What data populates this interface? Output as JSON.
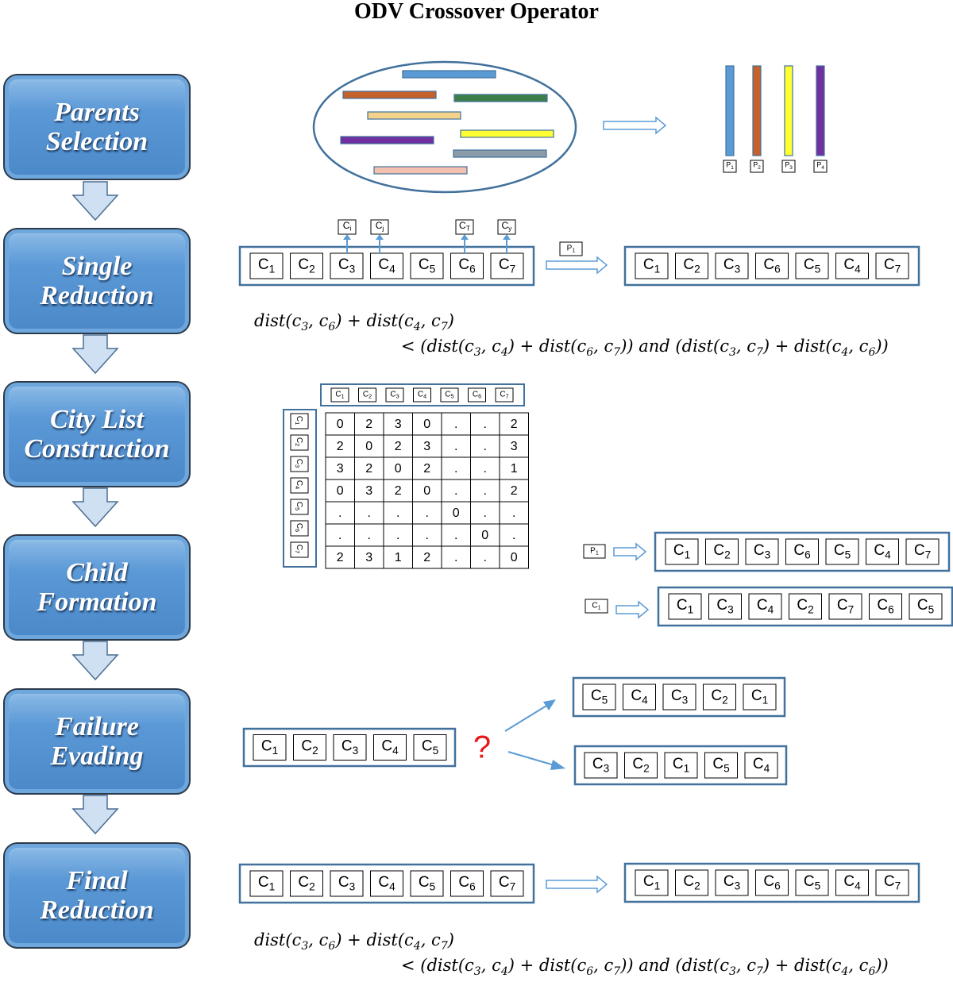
{
  "title": "ODV Crossover Operator",
  "steps": [
    {
      "id": "parents-selection",
      "label": "Parents\nSelection"
    },
    {
      "id": "single-reduction",
      "label": "Single\nReduction"
    },
    {
      "id": "city-list-construction",
      "label": "City List\nConstruction"
    },
    {
      "id": "child-formation",
      "label": "Child\nFormation"
    },
    {
      "id": "failure-evading",
      "label": "Failure\nEvading"
    },
    {
      "id": "final-reduction",
      "label": "Final\nReduction"
    }
  ],
  "parents": {
    "population_colors": [
      "#5b9bd5",
      "#c5612a",
      "#3d7d4a",
      "#f3d28a",
      "#ffff33",
      "#7030a0",
      "#8c9ba8",
      "#f4c1b0"
    ],
    "selected": [
      {
        "label": "P",
        "sub": "1",
        "color": "#5b9bd5"
      },
      {
        "label": "P",
        "sub": "2",
        "color": "#c5612a"
      },
      {
        "label": "P",
        "sub": "3",
        "color": "#ffff33"
      },
      {
        "label": "P",
        "sub": "4",
        "color": "#7030a0"
      }
    ]
  },
  "single_reduction": {
    "markers": [
      {
        "label": "C",
        "sub": "i"
      },
      {
        "label": "C",
        "sub": "j"
      },
      {
        "label": "C",
        "sub": "T"
      },
      {
        "label": "C",
        "sub": "y"
      }
    ],
    "arrow_label": {
      "label": "P",
      "sub": "1"
    },
    "before": [
      "1",
      "2",
      "3",
      "4",
      "5",
      "6",
      "7"
    ],
    "after": [
      "1",
      "2",
      "3",
      "6",
      "5",
      "4",
      "7"
    ]
  },
  "formula_top": {
    "line1": [
      "dist(c",
      "3",
      ", c",
      "6",
      ") +  dist(c",
      "4",
      ", c",
      "7",
      ")"
    ],
    "line2": [
      "< (dist(c",
      "3",
      ", c",
      "4",
      ") +  dist(c",
      "6",
      ", c",
      "7",
      ")) and (dist(c",
      "3",
      ", c",
      "7",
      ") +  dist(c",
      "4",
      ", c",
      "6",
      "))"
    ]
  },
  "matrix": {
    "col_headers": [
      "1",
      "2",
      "3",
      "4",
      "5",
      "6",
      "7"
    ],
    "row_headers": [
      "1",
      "2",
      "3",
      "4",
      "5",
      "6",
      "7"
    ],
    "rows": [
      [
        "0",
        "2",
        "3",
        "0",
        ".",
        ".",
        "2"
      ],
      [
        "2",
        "0",
        "2",
        "3",
        ".",
        ".",
        "3"
      ],
      [
        "3",
        "2",
        "0",
        "2",
        ".",
        ".",
        "1"
      ],
      [
        "0",
        "3",
        "2",
        "0",
        ".",
        ".",
        "2"
      ],
      [
        ".",
        ".",
        ".",
        ".",
        "0",
        ".",
        "."
      ],
      [
        ".",
        ".",
        ".",
        ".",
        ".",
        "0",
        "."
      ],
      [
        "2",
        "3",
        "1",
        "2",
        ".",
        ".",
        "0"
      ]
    ]
  },
  "child_formation": {
    "p1_label": {
      "label": "P",
      "sub": "1"
    },
    "p1_tour": [
      "1",
      "2",
      "3",
      "6",
      "5",
      "4",
      "7"
    ],
    "c1_label": {
      "label": "C",
      "sub": "1"
    },
    "c1_tour": [
      "1",
      "3",
      "4",
      "2",
      "7",
      "6",
      "5"
    ]
  },
  "failure_evading": {
    "input": [
      "1",
      "2",
      "3",
      "4",
      "5"
    ],
    "question": "?",
    "option_a": [
      "5",
      "4",
      "3",
      "2",
      "1"
    ],
    "option_b": [
      "3",
      "2",
      "1",
      "5",
      "4"
    ]
  },
  "final_reduction": {
    "before": [
      "1",
      "2",
      "3",
      "4",
      "5",
      "6",
      "7"
    ],
    "after": [
      "1",
      "2",
      "3",
      "6",
      "5",
      "4",
      "7"
    ]
  },
  "formula_bottom": {
    "line1": [
      "dist(c",
      "3",
      ", c",
      "6",
      ") +  dist(c",
      "4",
      ", c",
      "7",
      ")"
    ],
    "line2": [
      "< (dist(c",
      "3",
      ", c",
      "4",
      ") +  dist(c",
      "6",
      ", c",
      "7",
      ")) and (dist(c",
      "3",
      ", c",
      "7",
      ") +  dist(c",
      "4",
      ", c",
      "6",
      "))"
    ]
  },
  "colors": {
    "box_border": "#41719c",
    "arrow_blue": "#5b9bd5",
    "question": "#e8191c"
  }
}
